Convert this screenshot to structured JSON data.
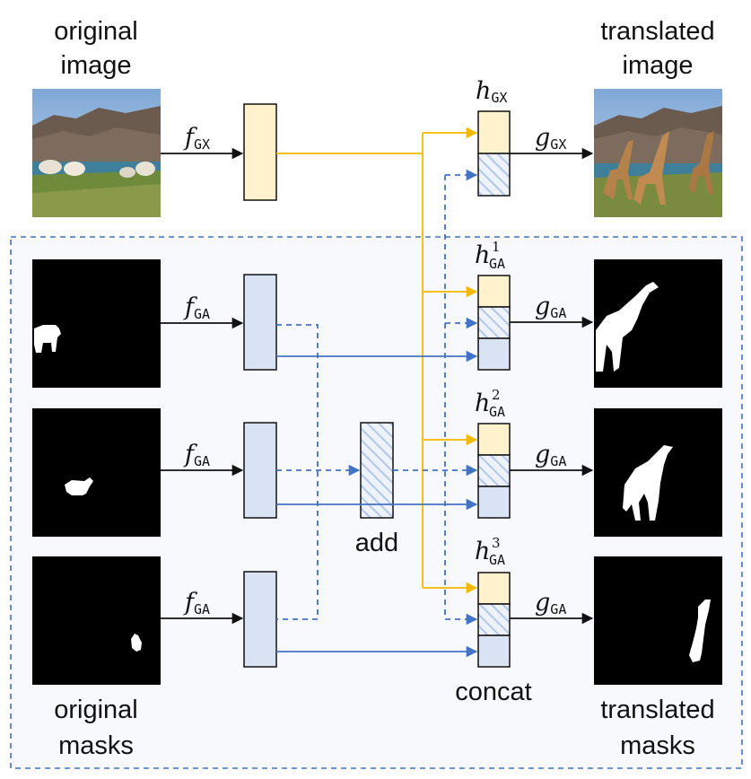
{
  "labels": {
    "original_image": [
      "original",
      "image"
    ],
    "translated_image": [
      "translated",
      "image"
    ],
    "original_masks": [
      "original",
      "masks"
    ],
    "translated_masks": [
      "translated",
      "masks"
    ],
    "add": "add",
    "concat": "concat"
  },
  "functions": {
    "f_image": {
      "base": "f",
      "sub": "GX"
    },
    "g_image": {
      "base": "g",
      "sub": "GX"
    },
    "f_mask": {
      "base": "f",
      "sub": "GA"
    },
    "g_mask": {
      "base": "g",
      "sub": "GA"
    },
    "h_image": {
      "base": "h",
      "sub": "GX"
    },
    "h_mask_1": {
      "base": "h",
      "sub": "GA",
      "sup": "1"
    },
    "h_mask_2": {
      "base": "h",
      "sub": "GA",
      "sup": "2"
    },
    "h_mask_3": {
      "base": "h",
      "sub": "GA",
      "sup": "3"
    }
  },
  "colors": {
    "image_feature_fill": "#fff2cc",
    "mask_feature_fill": "#dae3f3",
    "image_arrow": "#f5b800",
    "mask_arrow": "#4472c4",
    "dashed_region_border": "#4472c4",
    "dashed_region_fill": "#f7f9fc",
    "mask_background": "#000000",
    "mask_shape": "#ffffff"
  }
}
